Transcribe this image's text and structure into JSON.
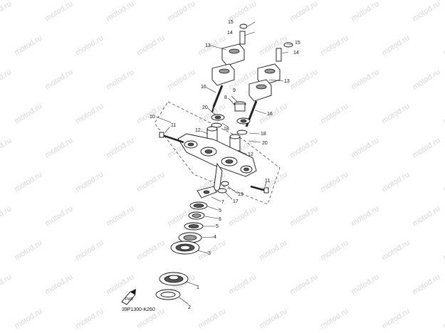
{
  "watermark": "motod.ru",
  "diagram_code": "39P1300-K260",
  "arrow_label": "FWD",
  "callouts": [
    "1",
    "2",
    "3",
    "4",
    "5",
    "6",
    "7",
    "8",
    "9",
    "10",
    "11",
    "12",
    "13",
    "14",
    "15",
    "16",
    "17",
    "18",
    "19",
    "20"
  ]
}
